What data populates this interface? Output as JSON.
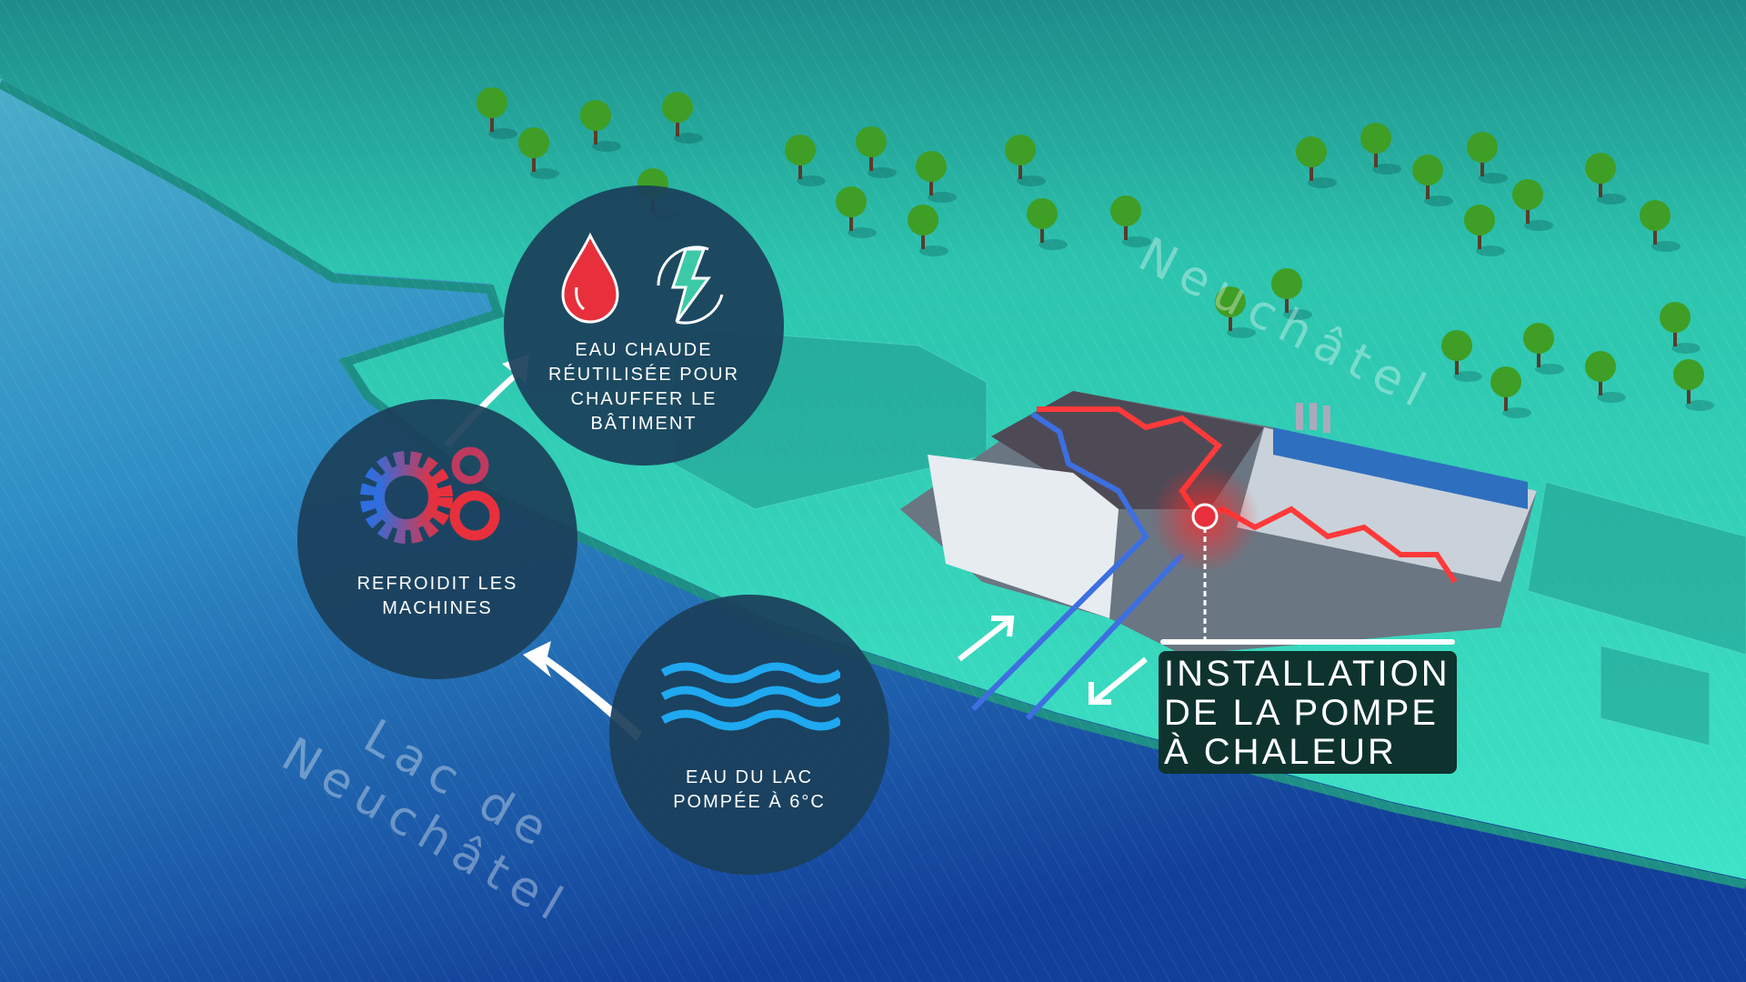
{
  "map_labels": {
    "town": "Neuchâtel",
    "lake_line1": "Lac de",
    "lake_line2": "Neuchâtel"
  },
  "steps": [
    {
      "id": "hot-water",
      "lines": [
        "EAU CHAUDE",
        "RÉUTILISÉE POUR",
        "CHAUFFER LE",
        "BÂTIMENT"
      ],
      "icons": [
        "water-drop-icon",
        "energy-recycle-icon"
      ]
    },
    {
      "id": "cooling",
      "lines": [
        "REFROIDIT LES",
        "MACHINES"
      ],
      "icons": [
        "gears-icon"
      ]
    },
    {
      "id": "lake-water",
      "lines": [
        "EAU DU LAC",
        "POMPÉE À 6°C"
      ],
      "icons": [
        "waves-icon"
      ]
    }
  ],
  "callout": {
    "lines": [
      "INSTALLATION",
      "DE LA POMPE",
      "À CHALEUR"
    ]
  },
  "colors": {
    "land": "#36dcbf",
    "lake": "#1a5fb0",
    "circle": "#1b405a",
    "hot": "#e8303c",
    "cold": "#2d6fe0",
    "bolt": "#3cc9a8"
  }
}
